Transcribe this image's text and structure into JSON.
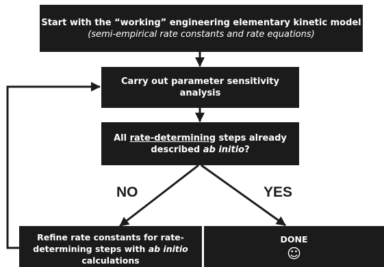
{
  "start": {
    "line1": "Start with the “working” engineering elementary kinetic model",
    "line2": "(semi-empirical rate constants and rate equations)"
  },
  "sensitivity": {
    "label": "Carry out parameter sensitivity analysis"
  },
  "decision": {
    "prefix": "All ",
    "underlined": "rate-determining",
    "middle": " steps already",
    "line2_text": "described ",
    "line2_italic": "ab initio",
    "suffix": "?"
  },
  "branches": {
    "no": "NO",
    "yes": "YES"
  },
  "refine": {
    "line1": "Refine rate constants for rate-",
    "line2_text": "determining steps with ",
    "line2_italic": "ab initio",
    "line3": "calculations"
  },
  "done": {
    "label": "DONE",
    "icon": "smiley-icon",
    "glyph": "☺"
  },
  "colors": {
    "box_fill": "#1b1b1b",
    "text_on_box": "#ffffff",
    "arrow": "#1b1b1b"
  }
}
